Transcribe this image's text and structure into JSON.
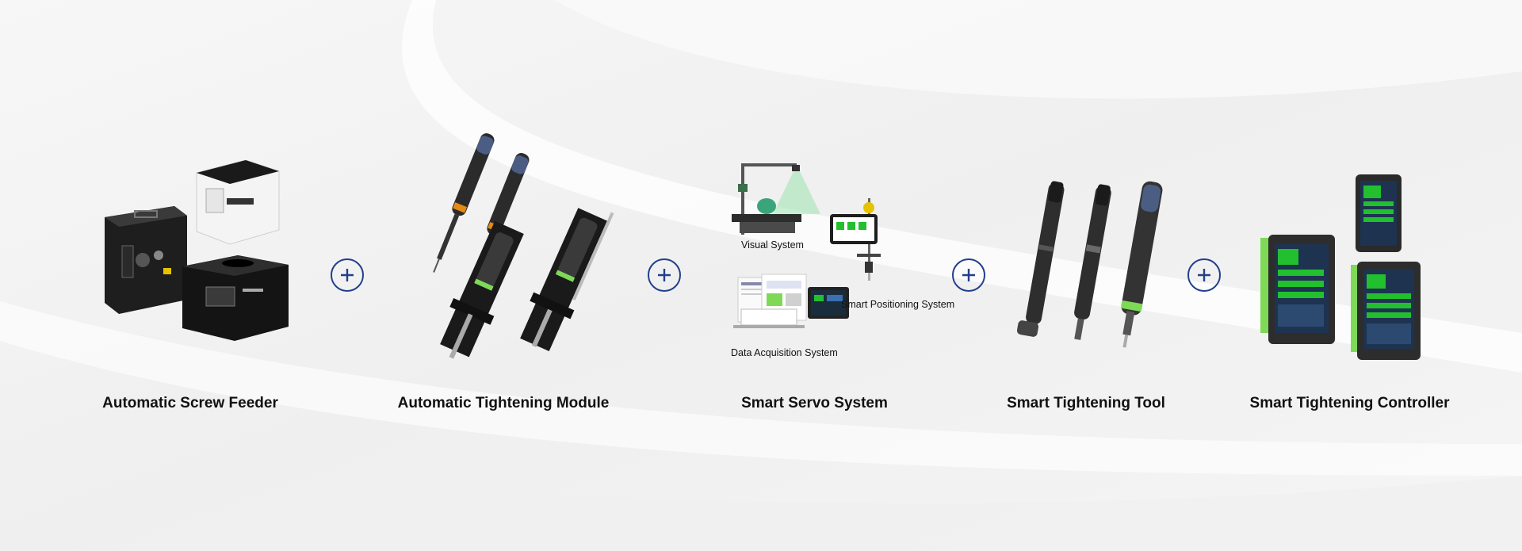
{
  "products": [
    {
      "title": "Automatic Screw Feeder"
    },
    {
      "title": "Automatic Tightening Module"
    },
    {
      "title": "Smart Servo System",
      "subsystems": [
        {
          "label": "Visual System"
        },
        {
          "label": "Smart Positioning System"
        },
        {
          "label": "Data Acquisition System"
        }
      ]
    },
    {
      "title": "Smart Tightening Tool"
    },
    {
      "title": "Smart Tightening Controller"
    }
  ],
  "connector_icon": "plus-icon",
  "colors": {
    "accent": "#223f8c",
    "tool_green": "#7ed957",
    "screen_green": "#22c02e",
    "background": "#f3f3f3"
  }
}
